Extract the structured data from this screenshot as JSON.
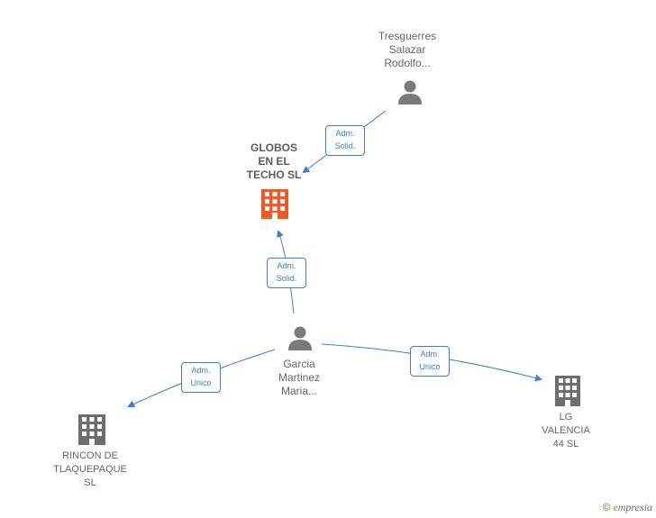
{
  "nodes": {
    "tresguerres": {
      "label": "Tresguerres\nSalazar\nRodolfo..."
    },
    "globos": {
      "label": "GLOBOS\nEN EL\nTECHO  SL"
    },
    "garcia": {
      "label": "Garcia\nMartinez\nMaria..."
    },
    "rincon": {
      "label": "RINCON DE\nTLAQUEPAQUE\nSL"
    },
    "lg": {
      "label": "LG\nVALENCIA\n44  SL"
    }
  },
  "edges": {
    "tresguerres_globos": {
      "label": "Adm.\nSolid."
    },
    "garcia_globos": {
      "label": "Adm.\nSolid."
    },
    "garcia_rincon": {
      "label": "Adm.\nUnico"
    },
    "garcia_lg": {
      "label": "Adm.\nUnico"
    }
  },
  "colors": {
    "edge": "#3a7fd1",
    "main_company": "#f15a24",
    "company": "#6d6d6d",
    "person": "#7a7a7a"
  },
  "brand": {
    "copyright": "©",
    "initial": "e",
    "rest": "mpresia"
  }
}
